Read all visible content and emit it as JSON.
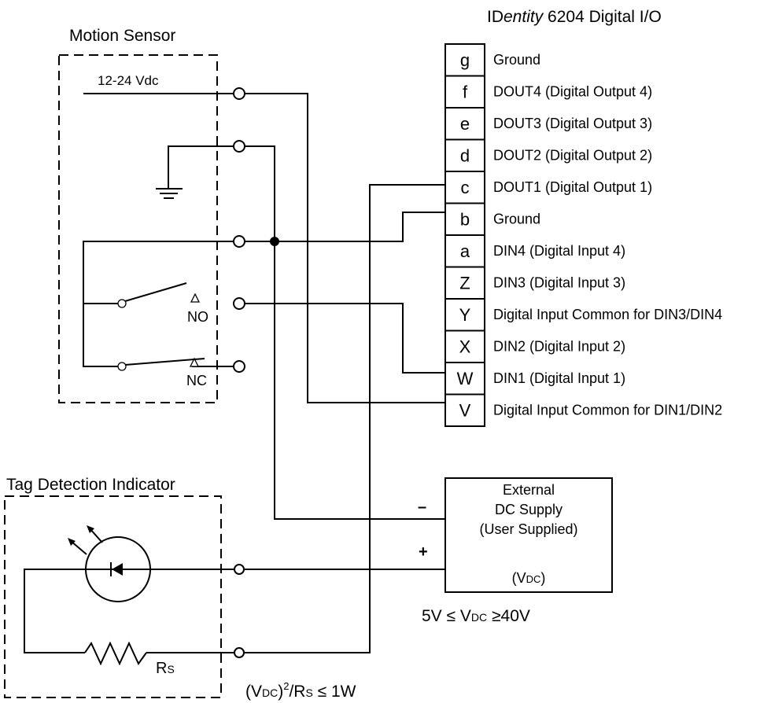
{
  "title_prefix": "ID",
  "title_italic": "entity",
  "title_suffix": " 6204 Digital I/O",
  "motion_sensor": {
    "label": "Motion Sensor",
    "voltage": "12-24 Vdc",
    "no_label": "NO",
    "nc_label": "NC"
  },
  "terminal_block": {
    "rows": [
      {
        "pin": "g",
        "desc": "Ground"
      },
      {
        "pin": "f",
        "desc": "DOUT4 (Digital Output 4)"
      },
      {
        "pin": "e",
        "desc": "DOUT3 (Digital Output 3)"
      },
      {
        "pin": "d",
        "desc": "DOUT2 (Digital Output 2)"
      },
      {
        "pin": "c",
        "desc": "DOUT1 (Digital Output 1)"
      },
      {
        "pin": "b",
        "desc": "Ground"
      },
      {
        "pin": "a",
        "desc": "DIN4 (Digital Input 4)"
      },
      {
        "pin": "Z",
        "desc": "DIN3 (Digital Input 3)"
      },
      {
        "pin": "Y",
        "desc": "Digital Input Common for DIN3/DIN4"
      },
      {
        "pin": "X",
        "desc": "DIN2 (Digital Input 2)"
      },
      {
        "pin": "W",
        "desc": "DIN1 (Digital Input 1)"
      },
      {
        "pin": "V",
        "desc": "Digital Input Common  for DIN1/DIN2"
      }
    ]
  },
  "supply": {
    "line1": "External",
    "line2": "DC Supply",
    "line3": "(User Supplied)",
    "line4_pre": "(V",
    "line4_sub": "DC",
    "line4_post": ")",
    "minus": "–",
    "plus": "+",
    "constraint_pre": "5V ",
    "constraint_le": "≤",
    "constraint_v": " V",
    "constraint_sub": "DC",
    "constraint_ge": " ≥",
    "constraint_post": "40V"
  },
  "indicator": {
    "label": "Tag Detection Indicator",
    "rs_main": "R",
    "rs_sub": "S",
    "formula_p1": "(V",
    "formula_sub1": "DC",
    "formula_p2": ")",
    "formula_sup": "2",
    "formula_p3": "/R",
    "formula_sub2": "S",
    "formula_p4": " ≤ 1W"
  }
}
